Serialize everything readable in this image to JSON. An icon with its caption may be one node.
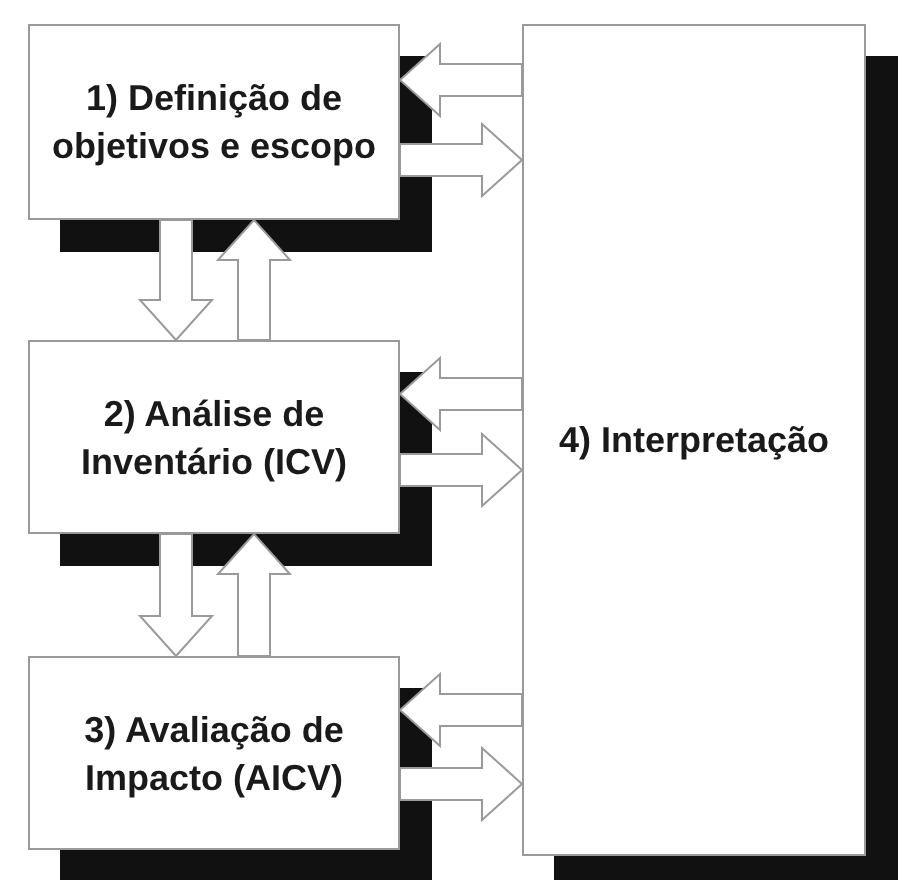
{
  "diagram": {
    "nodes": [
      {
        "text": [
          "1) Definição de objetivos e escopo"
        ]
      },
      {
        "text": [
          "2) Análise de Inventário (ICV)"
        ]
      },
      {
        "text": [
          "3) Avaliação de Impacto (AICV)"
        ]
      },
      {
        "text": [
          "4) Interpretação"
        ]
      }
    ],
    "edges": [
      {
        "from": 3,
        "to": 0,
        "arrow": "to"
      },
      {
        "from": 0,
        "to": 3,
        "arrow": "to"
      },
      {
        "from": 0,
        "to": 1,
        "arrow": "to"
      },
      {
        "from": 1,
        "to": 0,
        "arrow": "to"
      },
      {
        "from": 3,
        "to": 1,
        "arrow": "to"
      },
      {
        "from": 1,
        "to": 3,
        "arrow": "to"
      },
      {
        "from": 1,
        "to": 2,
        "arrow": "to"
      },
      {
        "from": 2,
        "to": 1,
        "arrow": "to"
      },
      {
        "from": 3,
        "to": 2,
        "arrow": "to"
      },
      {
        "from": 2,
        "to": 3,
        "arrow": "to"
      }
    ]
  }
}
